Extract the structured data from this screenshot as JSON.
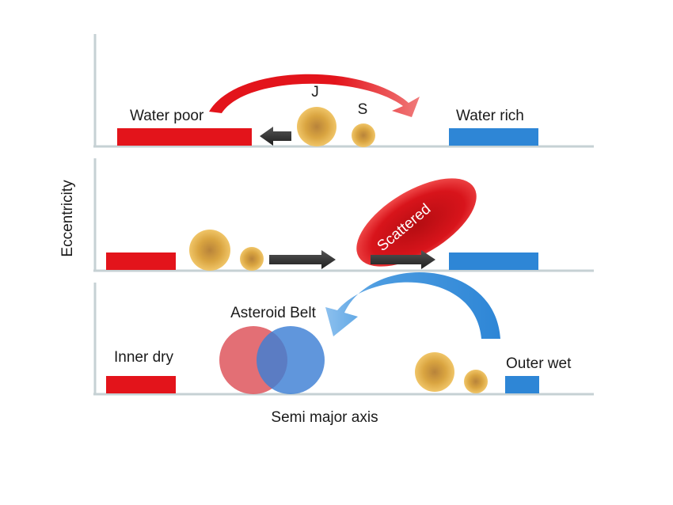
{
  "axes": {
    "y_label": "Eccentricity",
    "x_label": "Semi major axis"
  },
  "panel_top": {
    "label_left": "Water poor",
    "label_right": "Water rich",
    "planet_big": "J",
    "planet_small": "S"
  },
  "panel_middle": {
    "scattered_label": "Scattered"
  },
  "panel_bottom": {
    "label_left": "Inner dry",
    "label_right": "Outer wet",
    "belt_label": "Asteroid Belt"
  },
  "colors": {
    "dry": "#e3141b",
    "wet": "#2e86d6",
    "planet": "#d9a440",
    "axis": "#c6d1d4",
    "arrow_dark": "#2a2a2a"
  }
}
